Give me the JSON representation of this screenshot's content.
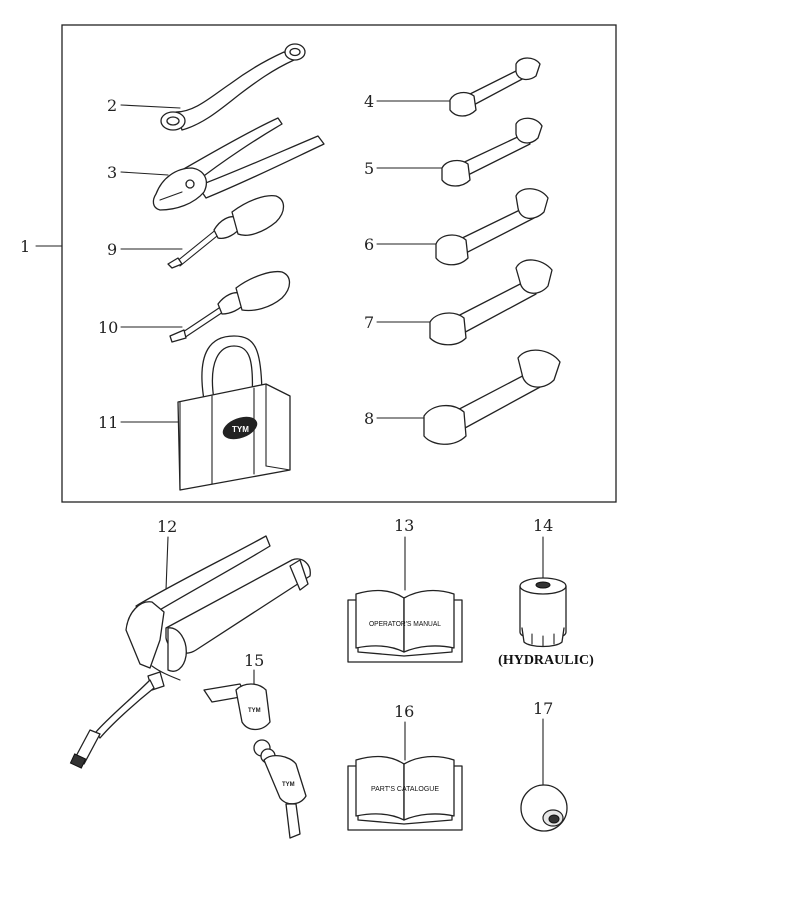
{
  "callouts": {
    "c1": "1",
    "c2": "2",
    "c3": "3",
    "c4": "4",
    "c5": "5",
    "c6": "6",
    "c7": "7",
    "c8": "8",
    "c9": "9",
    "c10": "10",
    "c11": "11",
    "c12": "12",
    "c13": "13",
    "c14": "14",
    "c15": "15",
    "c16": "16",
    "c17": "17"
  },
  "texts": {
    "operators_manual": "OPERATOR'S MANUAL",
    "parts_catalogue": "PART'S CATALOGUE",
    "hydraulic": "(HYDRAULIC)"
  }
}
